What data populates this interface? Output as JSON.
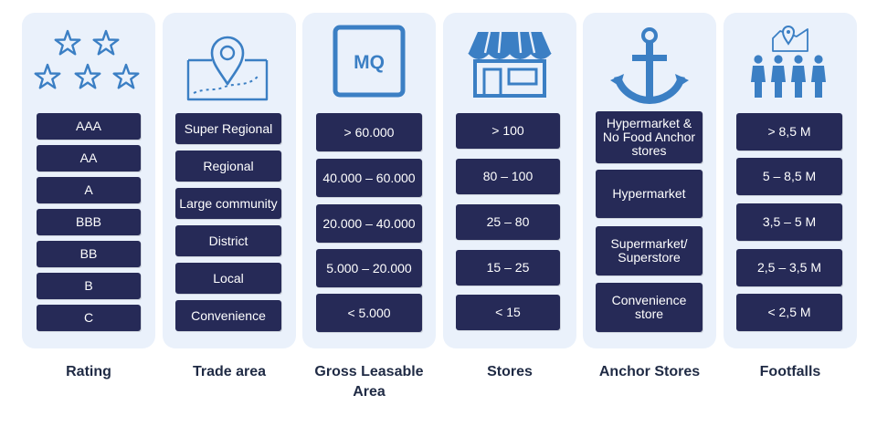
{
  "colors": {
    "panel": "#eaf1fb",
    "box": "#262a57",
    "icon": "#3b7fc4",
    "label": "#1f2a44"
  },
  "columns": [
    {
      "label": "Rating",
      "icon": "stars-icon",
      "items": [
        "AAA",
        "AA",
        "A",
        "BBB",
        "BB",
        "B",
        "C"
      ]
    },
    {
      "label": "Trade area",
      "icon": "map-pin-icon",
      "items": [
        "Super Regional",
        "Regional",
        "Large community",
        "District",
        "Local",
        "Convenience"
      ]
    },
    {
      "label": "Gross Leasable Area",
      "icon": "mq-icon",
      "icon_text": "MQ",
      "items": [
        "> 60.000",
        "40.000 – 60.000",
        "20.000 – 40.000",
        "5.000 – 20.000",
        "< 5.000"
      ]
    },
    {
      "label": "Stores",
      "icon": "storefront-icon",
      "items": [
        "> 100",
        "80 – 100",
        "25 – 80",
        "15 – 25",
        "< 15"
      ]
    },
    {
      "label": "Anchor Stores",
      "icon": "anchor-icon",
      "items": [
        "Hypermarket & No Food Anchor stores",
        "Hypermarket",
        "Supermarket/ Superstore",
        "Convenience store"
      ]
    },
    {
      "label": "Footfalls",
      "icon": "people-map-icon",
      "items": [
        "> 8,5 M",
        "5 – 8,5 M",
        "3,5 – 5 M",
        "2,5 – 3,5 M",
        "< 2,5 M"
      ]
    }
  ]
}
